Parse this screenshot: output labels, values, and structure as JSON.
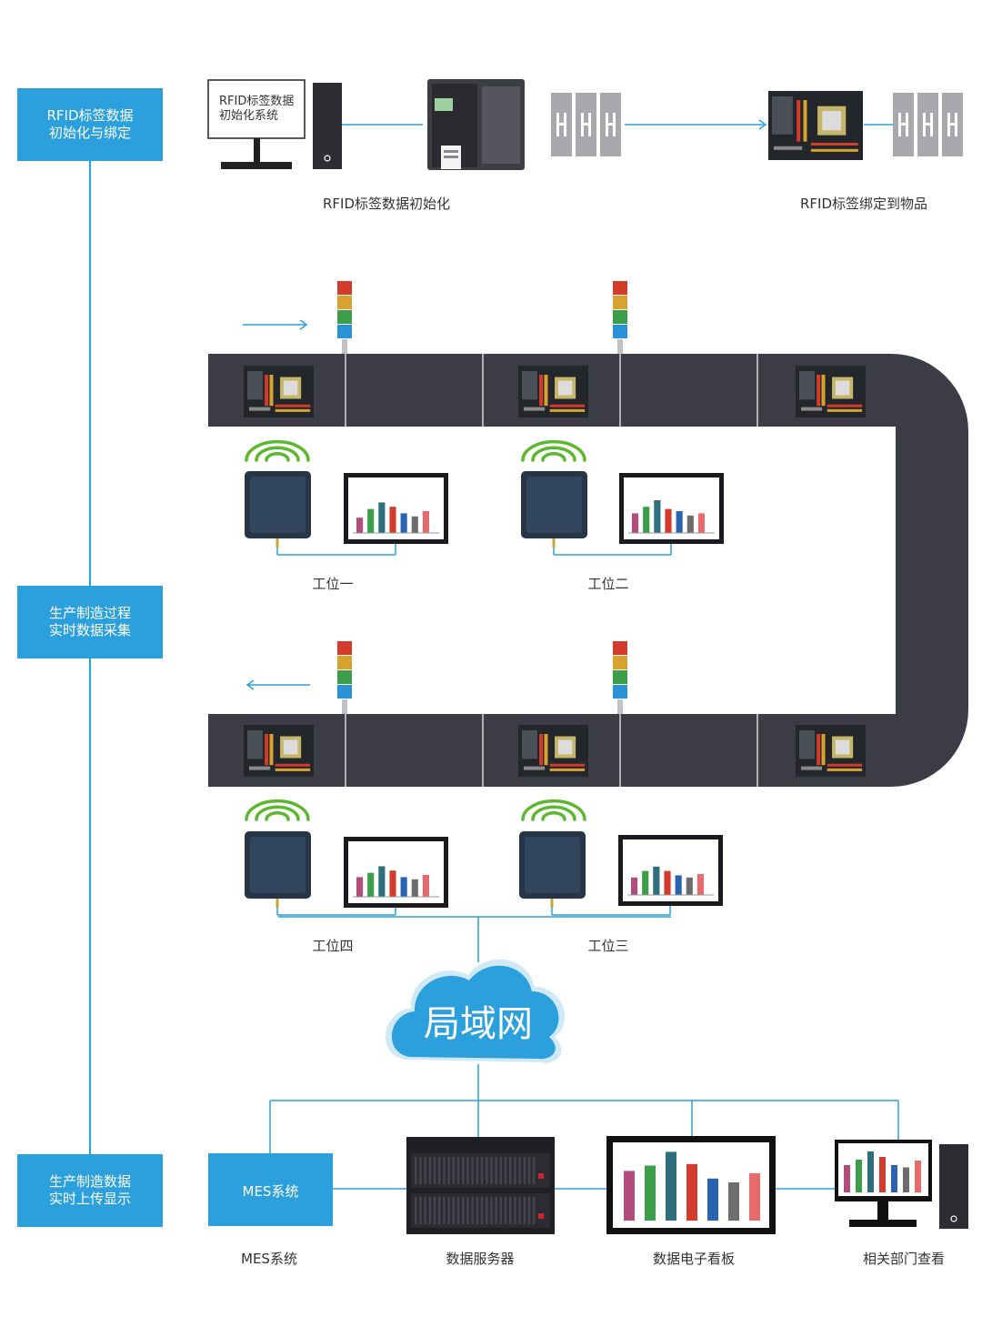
{
  "phases": [
    {
      "line1": "RFID标签数据",
      "line2": "初始化与绑定"
    },
    {
      "line1": "生产制造过程",
      "line2": "实时数据采集"
    },
    {
      "line1": "生产制造数据",
      "line2": "实时上传显示"
    }
  ],
  "init": {
    "monitor_line1": "RFID标签数据",
    "monitor_line2": "初始化系统",
    "caption_left": "RFID标签数据初始化",
    "caption_right": "RFID标签绑定到物品"
  },
  "stations": [
    "工位一",
    "工位二",
    "工位四",
    "工位三"
  ],
  "network": {
    "cloud_label": "局域网"
  },
  "outputs": {
    "mes_box_label": "MES系统",
    "captions": [
      "MES系统",
      "数据服务器",
      "数据电子看板",
      "相关部门查看"
    ]
  },
  "colors": {
    "accent": "#2ba0dc",
    "conveyor": "#3c3c46",
    "wifi": "#5cb82e",
    "light_red": "#d33b2c",
    "light_yellow": "#d8a22e",
    "light_green": "#3c9e48",
    "light_blue": "#2a93d5"
  },
  "icons": [
    "computer-icon",
    "printer-icon",
    "rfid-tag-icon",
    "motherboard-icon",
    "tower-light-icon",
    "rfid-reader-icon",
    "wifi-icon",
    "dashboard-icon",
    "cloud-icon",
    "server-icon",
    "arrow-icon"
  ]
}
